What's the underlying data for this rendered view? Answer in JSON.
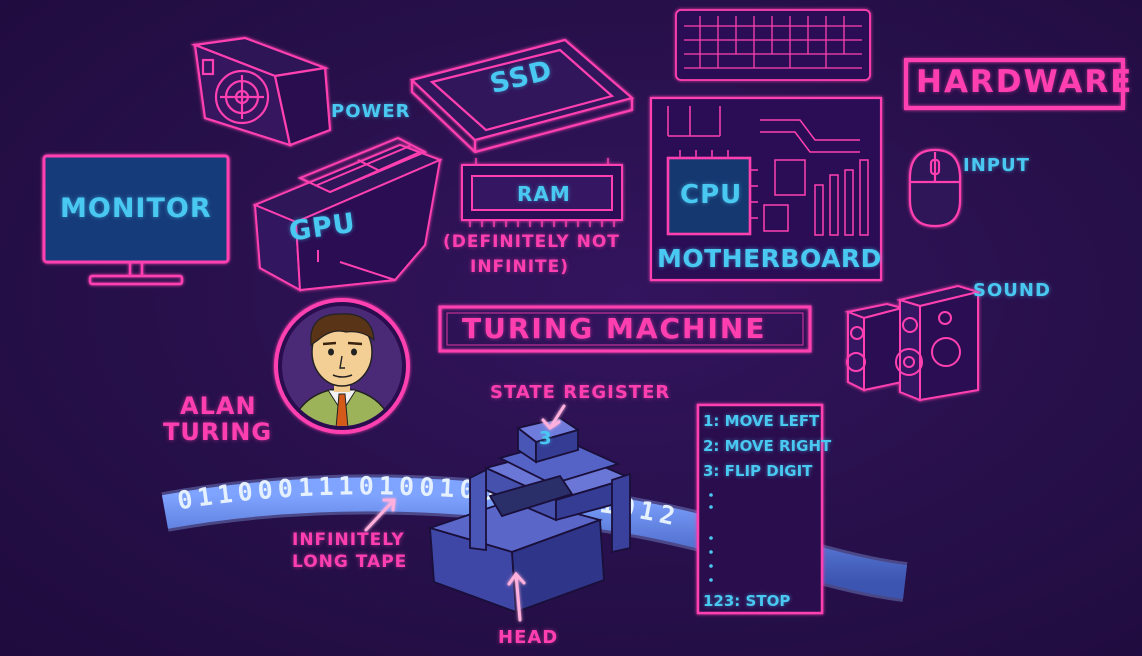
{
  "labels": {
    "power": "POWER",
    "ssd": "SSD",
    "hardware": "HARDWARE",
    "monitor": "MONITOR",
    "gpu": "GPU",
    "ram": "RAM",
    "ram_note_line1": "(DEFINITELY NOT",
    "ram_note_line2": "INFINITE)",
    "cpu": "CPU",
    "motherboard": "MOTHERBOARD",
    "input": "INPUT",
    "sound": "SOUND",
    "turing_machine": "TURING MACHINE",
    "alan_line1": "ALAN",
    "alan_line2": "TURING",
    "state_register": "STATE REGISTER",
    "state_value": "3",
    "tape_line1": "INFINITELY",
    "tape_line2": "LONG TAPE",
    "head": "HEAD"
  },
  "tape_bits": "0110001110100100101001012",
  "instructions": [
    "1: MOVE LEFT",
    "2: MOVE RIGHT",
    "3: FLIP DIGIT",
    "123: STOP"
  ],
  "colors": {
    "background": "#27104a",
    "neon_pink": "#ff3fb0",
    "neon_cyan": "#49c8f2",
    "tape_blue": "#5b7fd6"
  }
}
